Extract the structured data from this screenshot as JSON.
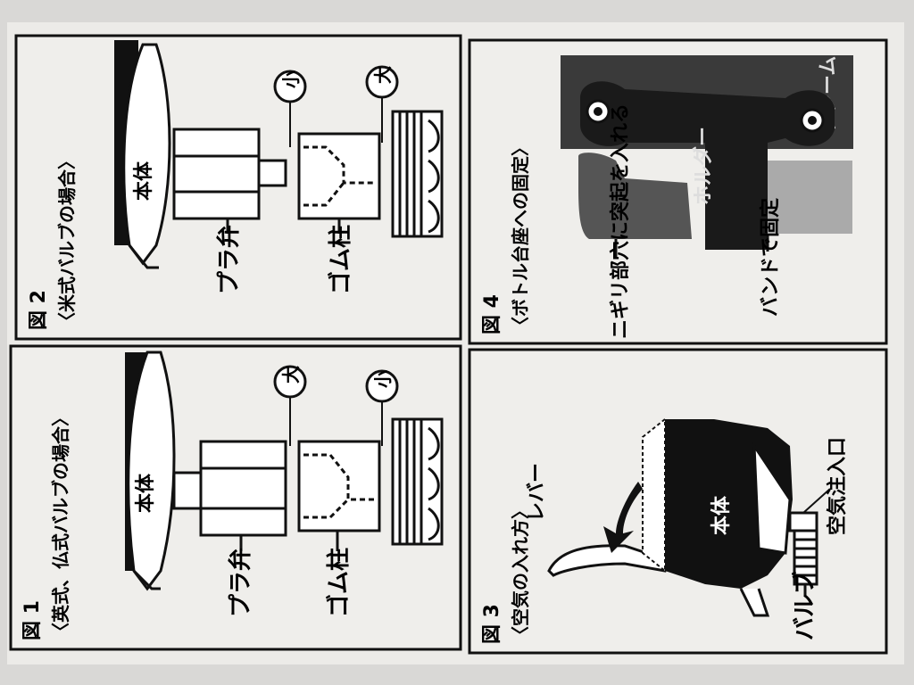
{
  "panels": {
    "fig1": {
      "number": "図 1",
      "subtitle": "〈英式、仏式バルブの場合〉",
      "body_label": "本体",
      "plastic_valve": "プラ弁",
      "rubber_post": "ゴム柱",
      "large": "大",
      "small": "小"
    },
    "fig2": {
      "number": "図 2",
      "subtitle": "〈米式バルブの場合〉",
      "body_label": "本体",
      "plastic_valve": "プラ弁",
      "rubber_post": "ゴム柱",
      "small": "小",
      "large": "大"
    },
    "fig3": {
      "number": "図 3",
      "subtitle": "〈空気の入れ方〉",
      "lever": "レバー",
      "body_label": "本体",
      "air_inlet": "空気注入口",
      "valve": "バルブ"
    },
    "fig4": {
      "number": "図 4",
      "subtitle": "〈ボトル台座への固定〉",
      "frame": "フレーム",
      "bottle_holder": "ホルダー",
      "grip_note": "ニギリ部穴に突起を入れる",
      "band_note": "バンドで固定"
    }
  }
}
